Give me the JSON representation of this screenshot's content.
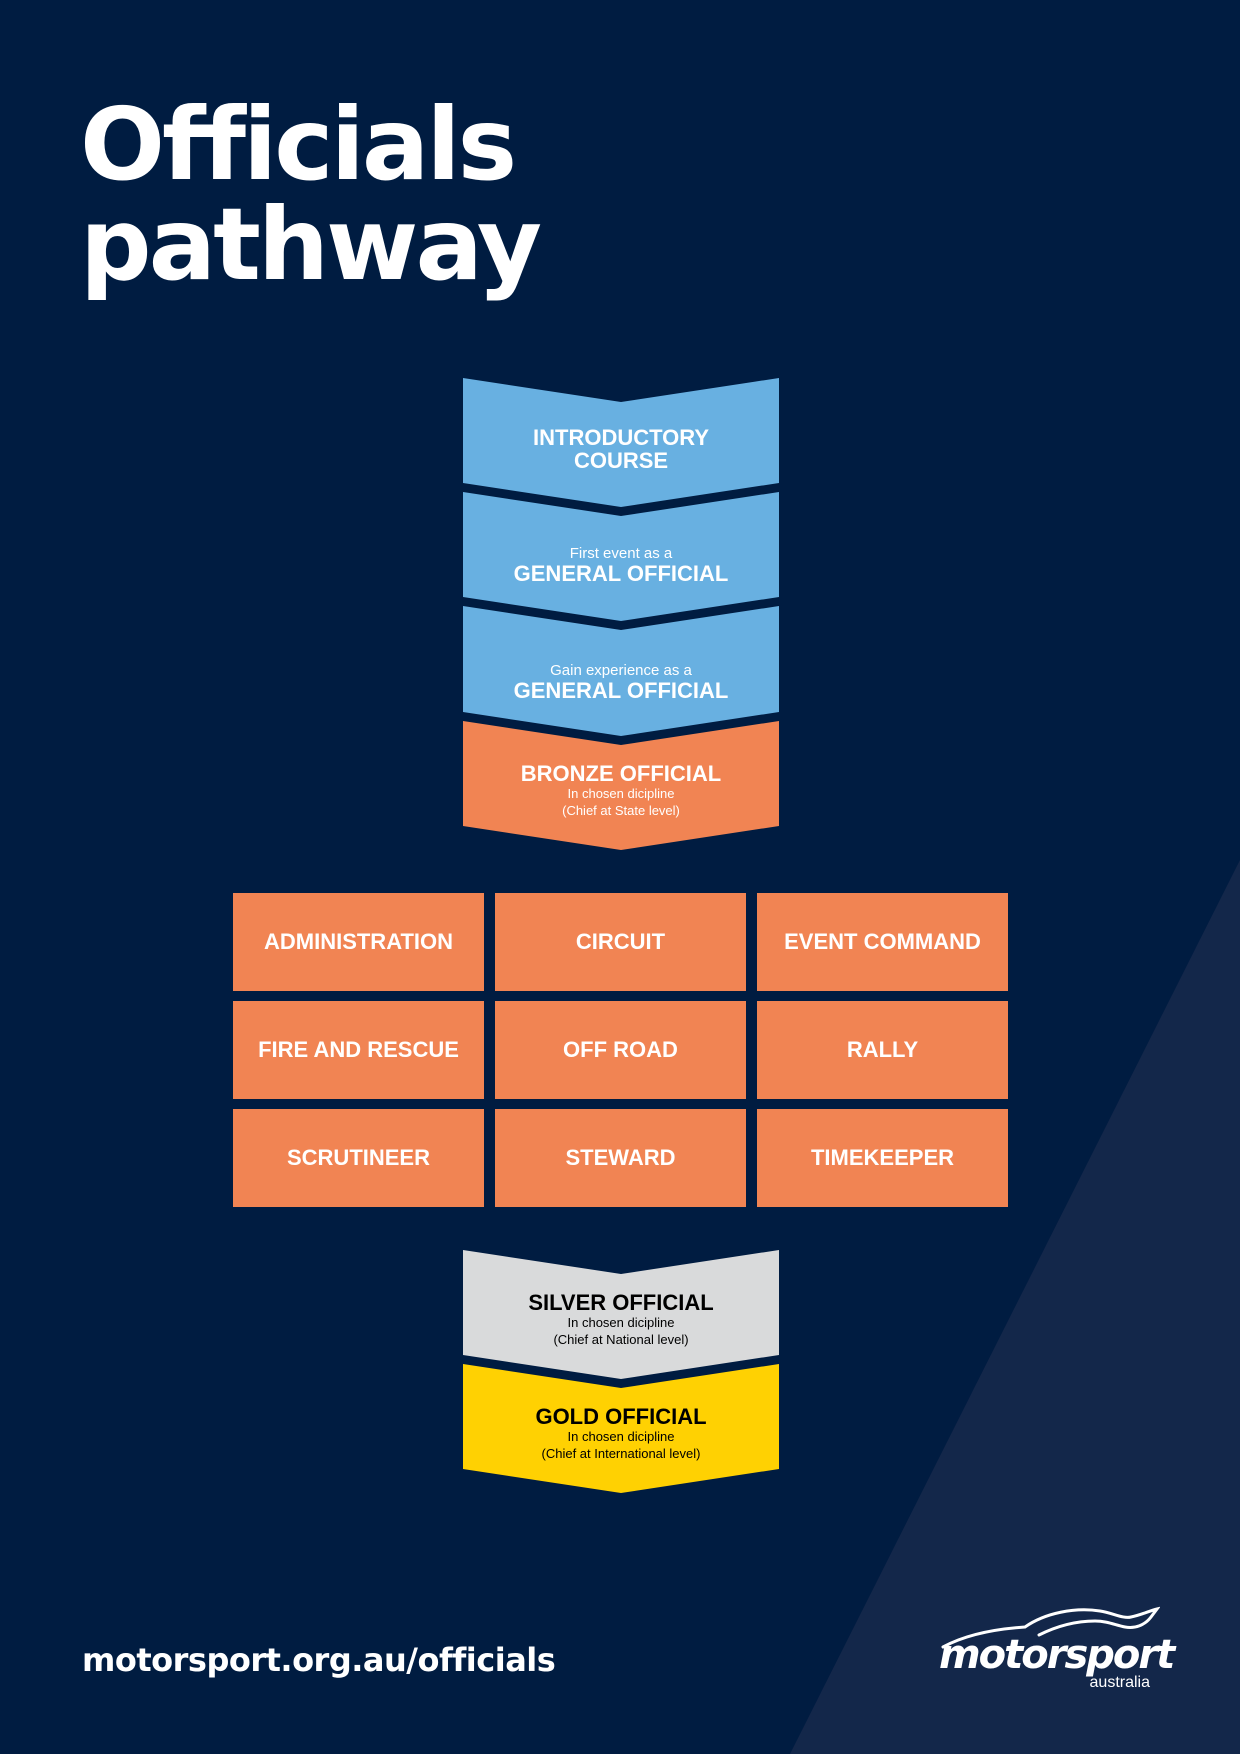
{
  "colors": {
    "background": "#001c41",
    "stripe": "#13274a",
    "blue": "#68b0e1",
    "orange": "#f18453",
    "silver": "#d9dadb",
    "gold": "#ffd102"
  },
  "title": {
    "line1": "Officials",
    "line2": "pathway"
  },
  "steps": [
    {
      "big": "INTRODUCTORY",
      "big2": "COURSE"
    },
    {
      "prefix": "First event as a",
      "big": "GENERAL OFFICIAL"
    },
    {
      "prefix": "Gain experience as a",
      "big": "GENERAL OFFICIAL"
    },
    {
      "big": "BRONZE OFFICIAL",
      "sub1": "In chosen dicipline",
      "sub2": "(Chief at State level)"
    }
  ],
  "disciplines": [
    "ADMINISTRATION",
    "CIRCUIT",
    "EVENT COMMAND",
    "FIRE AND RESCUE",
    "OFF ROAD",
    "RALLY",
    "SCRUTINEER",
    "STEWARD",
    "TIMEKEEPER"
  ],
  "upper_steps": [
    {
      "big": "SILVER OFFICIAL",
      "sub1": "In chosen dicipline",
      "sub2": "(Chief at National level)"
    },
    {
      "big": "GOLD OFFICIAL",
      "sub1": "In chosen dicipline",
      "sub2": "(Chief at International level)"
    }
  ],
  "footer": {
    "url": "motorsport.org.au/officials"
  },
  "logo": {
    "word": "motorsport",
    "sub": "australia"
  }
}
